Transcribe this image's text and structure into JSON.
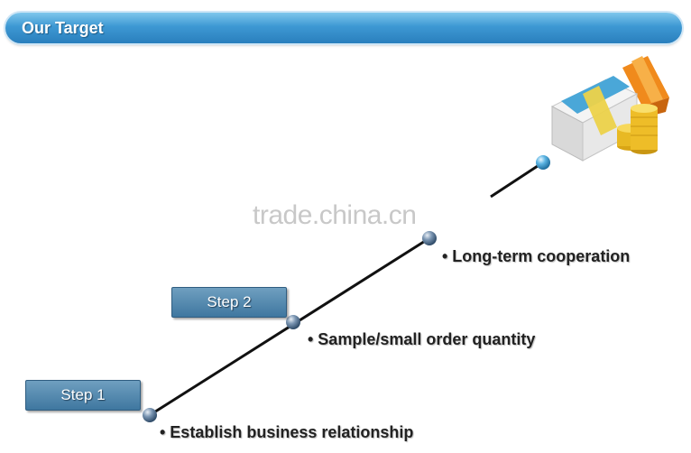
{
  "header": {
    "title": "Our Target"
  },
  "steps": [
    {
      "label": "Step 1"
    },
    {
      "label": "Step 2"
    }
  ],
  "milestones": [
    {
      "text": "• Establish business relationship"
    },
    {
      "text": "• Sample/small order quantity"
    },
    {
      "text": "• Long-term cooperation"
    }
  ],
  "watermark": "trade.china.cn",
  "colors": {
    "title_bar": "#3d98d3",
    "step_button": "#4f84ab",
    "node": "#5f7f9f",
    "end_node": "#4aa0d0"
  },
  "icons": {
    "goal": "money-stack-icon"
  }
}
